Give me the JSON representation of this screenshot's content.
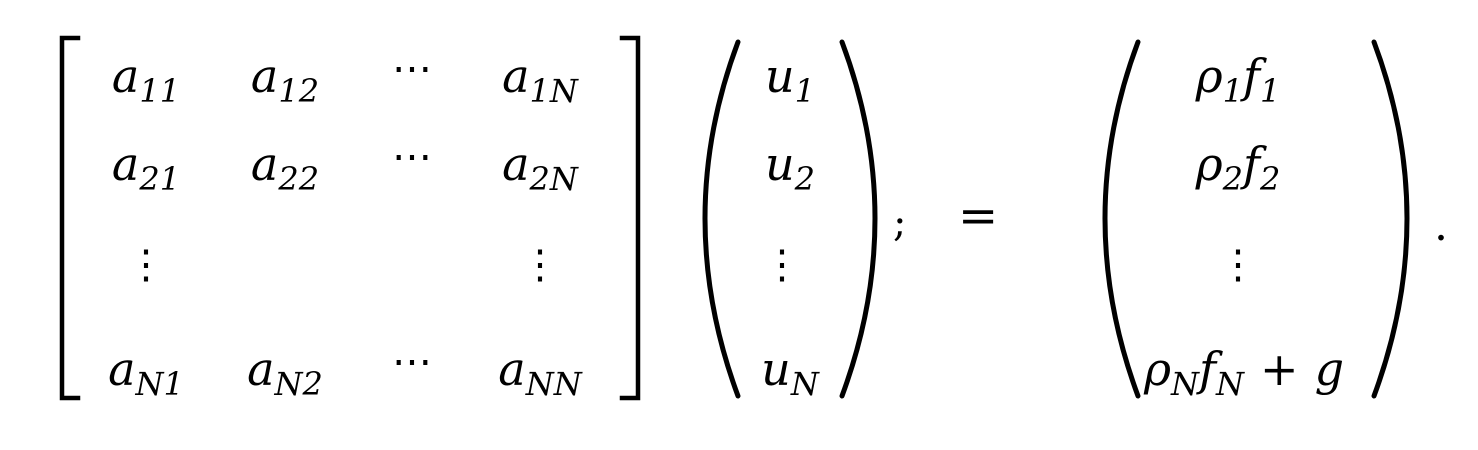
{
  "matrix": {
    "rows": [
      [
        {
          "base": "a",
          "sub": "11"
        },
        {
          "base": "a",
          "sub": "12"
        },
        {
          "dots": "⋯"
        },
        {
          "base": "a",
          "sub": "1N"
        }
      ],
      [
        {
          "base": "a",
          "sub": "21"
        },
        {
          "base": "a",
          "sub": "22"
        },
        {
          "dots": "⋯"
        },
        {
          "base": "a",
          "sub": "2N"
        }
      ],
      [
        {
          "vdots": "⋮"
        },
        {},
        {},
        {
          "vdots": "⋮"
        }
      ],
      [
        {
          "base": "a",
          "sub": "N1"
        },
        {
          "base": "a",
          "sub": "N2"
        },
        {
          "dots": "⋯"
        },
        {
          "base": "a",
          "sub": "NN"
        }
      ]
    ]
  },
  "unknowns": [
    {
      "base": "u",
      "sub": "1"
    },
    {
      "base": "u",
      "sub": "2"
    },
    {
      "vdots": "⋮"
    },
    {
      "base": "u",
      "sub": "N"
    }
  ],
  "semicolon": ";",
  "equals": "=",
  "rhs": [
    {
      "rho_sub": "1",
      "f_sub": "1"
    },
    {
      "rho_sub": "2",
      "f_sub": "2"
    },
    {
      "vdots": "⋮"
    },
    {
      "rho_sub": "N",
      "f_sub": "N",
      "plus": "+",
      "extra": "g"
    }
  ],
  "rhs_symbols": {
    "rho": "ρ",
    "f": "f"
  },
  "period": "."
}
